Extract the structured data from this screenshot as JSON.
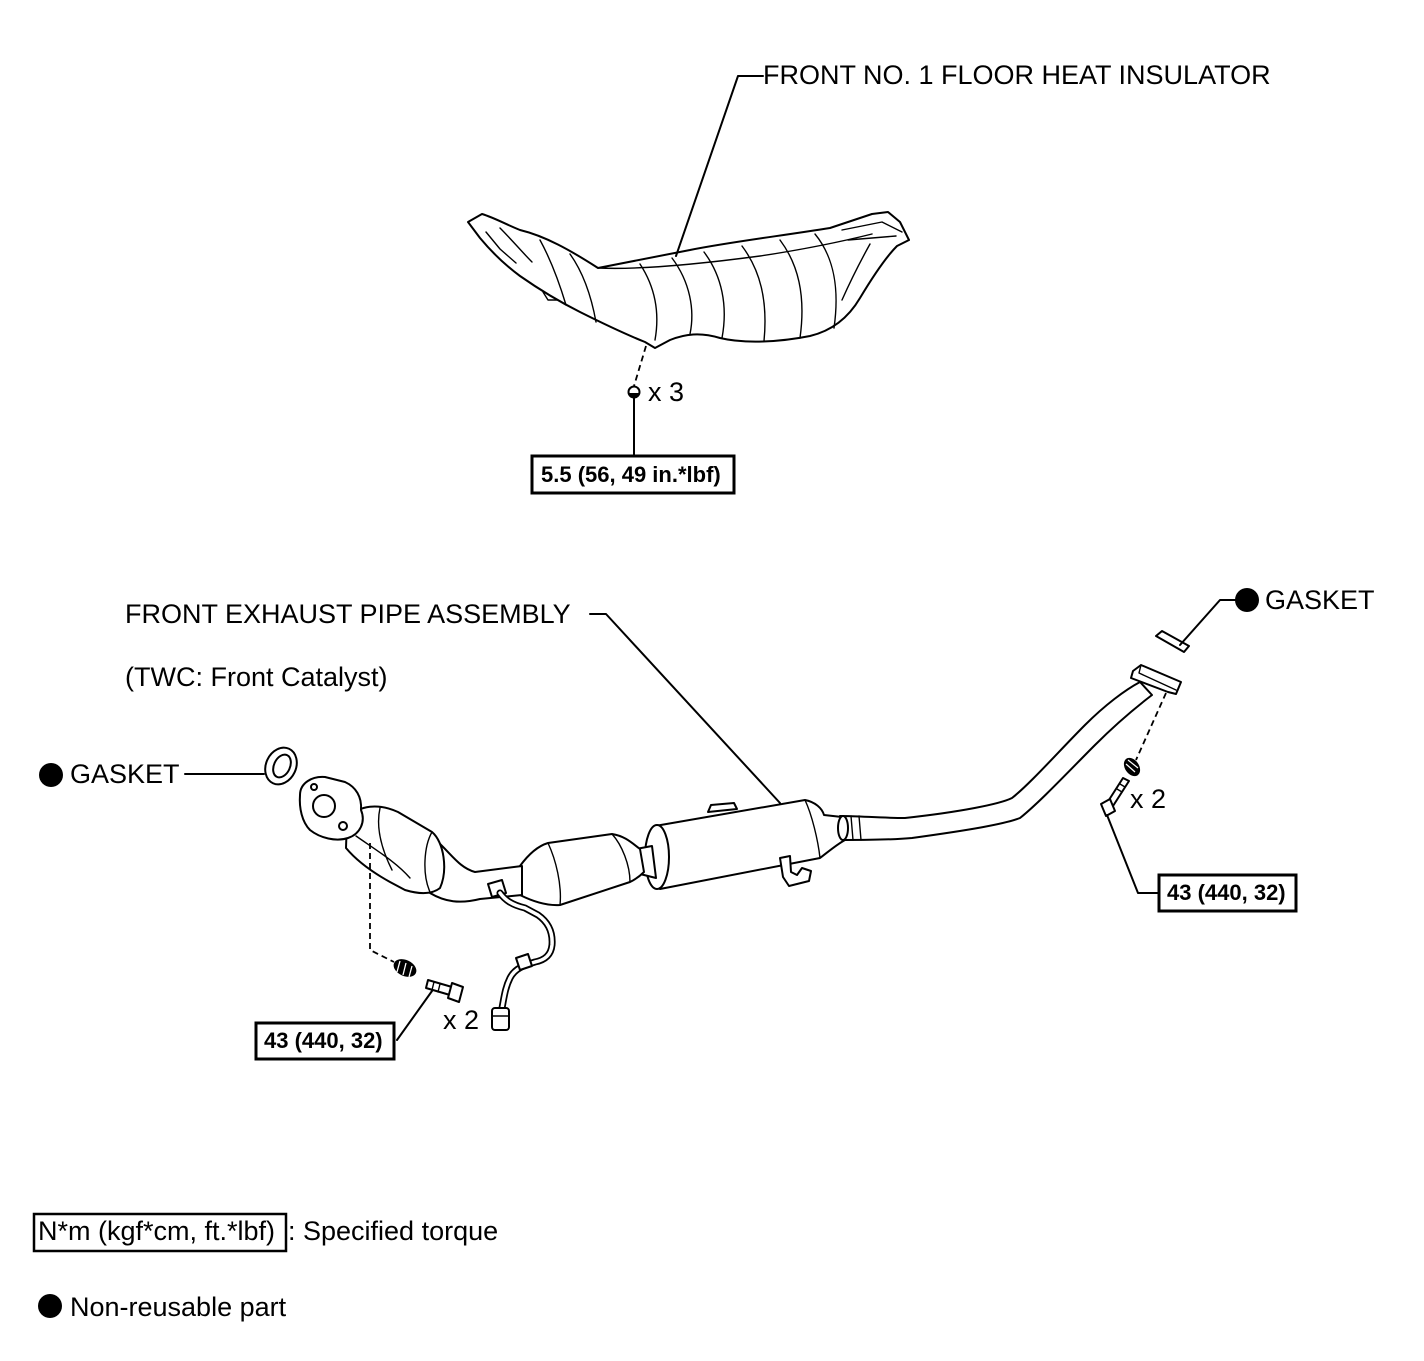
{
  "diagram": {
    "heat_insulator": {
      "label": "FRONT NO. 1 FLOOR HEAT INSULATOR",
      "clip_quantity": "x 3",
      "torque": "5.5 (56, 49 in.*lbf)"
    },
    "exhaust_pipe": {
      "label": "FRONT EXHAUST PIPE ASSEMBLY",
      "sublabel": "(TWC: Front Catalyst)"
    },
    "rear_gasket": {
      "label": "GASKET"
    },
    "front_gasket": {
      "label": "GASKET"
    },
    "rear_bolts": {
      "quantity": "x 2",
      "torque": "43 (440, 32)"
    },
    "front_bolts": {
      "quantity": "x 2",
      "torque": "43 (440, 32)"
    }
  },
  "legend": {
    "torque_unit": "N*m (kgf*cm, ft.*lbf)",
    "torque_text": ": Specified torque",
    "non_reusable_text": "Non-reusable part"
  },
  "colors": {
    "ink": "#000000",
    "paper": "#ffffff"
  }
}
